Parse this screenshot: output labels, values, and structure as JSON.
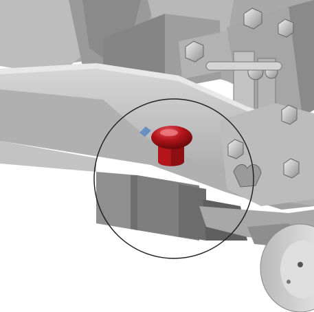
{
  "scene": {
    "subject": "cad-machine-assembly-closeup",
    "highlighted_part": "red-cap-plug",
    "highlight_shape": "circle-outline",
    "colors": {
      "background": "#ffffff",
      "metal_light": "#c9c9c9",
      "metal_mid": "#9b9b9b",
      "metal_dark": "#5f5f5f",
      "plug_red": "#b4151b",
      "plug_highlight": "#e35a5f",
      "outline": "#222222"
    }
  }
}
